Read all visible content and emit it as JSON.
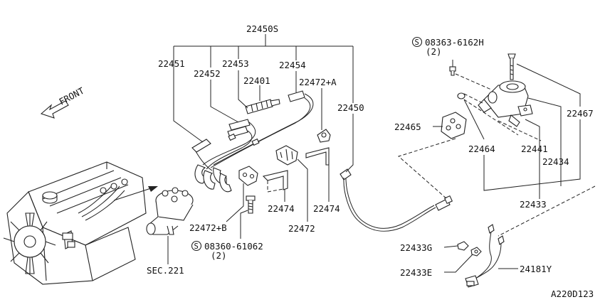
{
  "labels": {
    "p22450S": "22450S",
    "p22451": "22451",
    "p22452": "22452",
    "p22453": "22453",
    "p22454": "22454",
    "p22401": "22401",
    "p22472A": "22472+A",
    "p22450": "22450",
    "p22472B": "22472+B",
    "p22474a": "22474",
    "p22474b": "22474",
    "p22472": "22472",
    "screw1_code": "08360-61062",
    "screw1_qty": "(2)",
    "screw2_code": "08363-6162H",
    "screw2_qty": "(2)",
    "screw_symbol": "S",
    "p22465": "22465",
    "p22464": "22464",
    "p22441": "22441",
    "p22434": "22434",
    "p22467": "22467",
    "p22433": "22433",
    "p22433G": "22433G",
    "p22433E": "22433E",
    "p24181Y": "24181Y",
    "sec221": "SEC.221",
    "front": "FRONT",
    "diagram_id": "A220D123"
  }
}
